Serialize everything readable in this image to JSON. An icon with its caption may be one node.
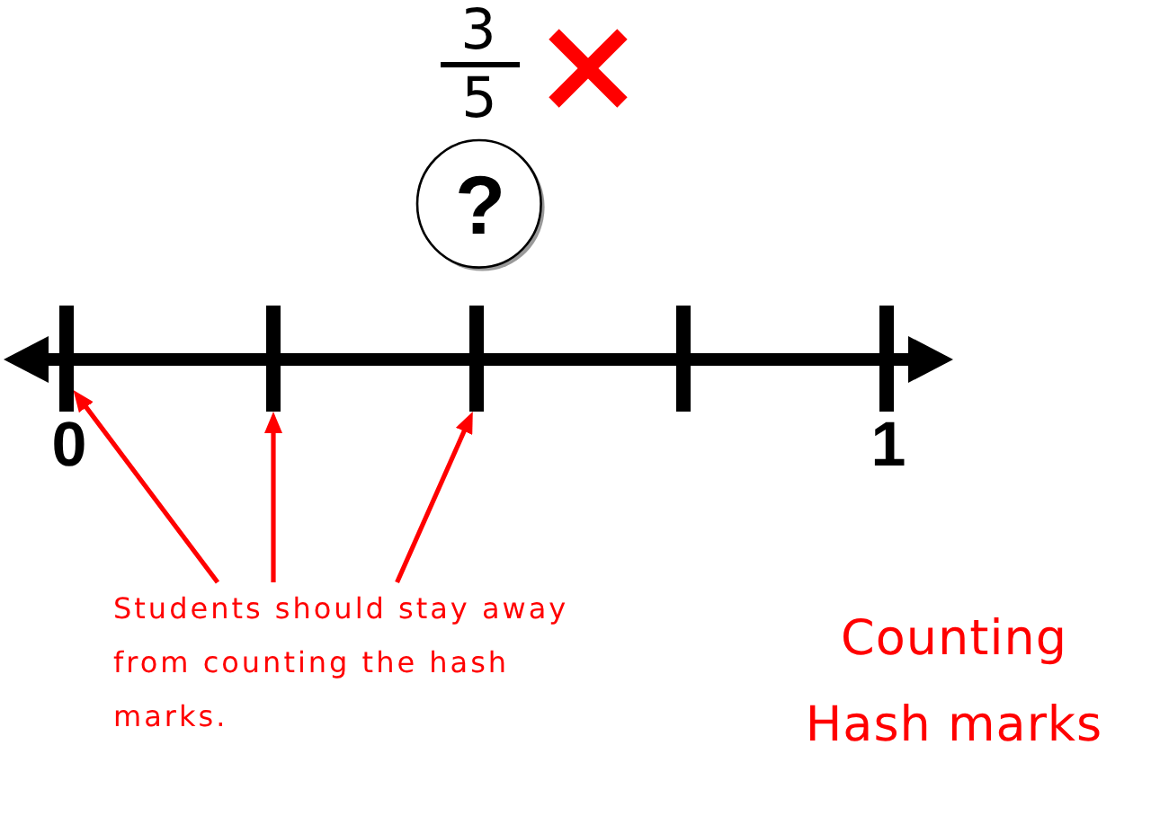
{
  "diagram": {
    "title": "Counting Hash marks",
    "nodes": [
      {
        "text": [
          "?"
        ]
      },
      {
        "text": [],
        "shape": "bar"
      },
      {
        "text": [],
        "shape": "bar"
      },
      {
        "text": [],
        "shape": "bar"
      },
      {
        "text": [],
        "shape": "bar"
      },
      {
        "text": [],
        "shape": "bar"
      },
      {
        "text": [
          "Students should stay away from counting the hash marks."
        ]
      }
    ],
    "edges": [
      {
        "from": 6,
        "to": 1,
        "arrow": "to"
      },
      {
        "from": 6,
        "to": 2,
        "arrow": "to"
      },
      {
        "from": 6,
        "to": 3,
        "arrow": "to"
      }
    ],
    "labels": [
      "3",
      "5",
      "0",
      "1"
    ]
  }
}
